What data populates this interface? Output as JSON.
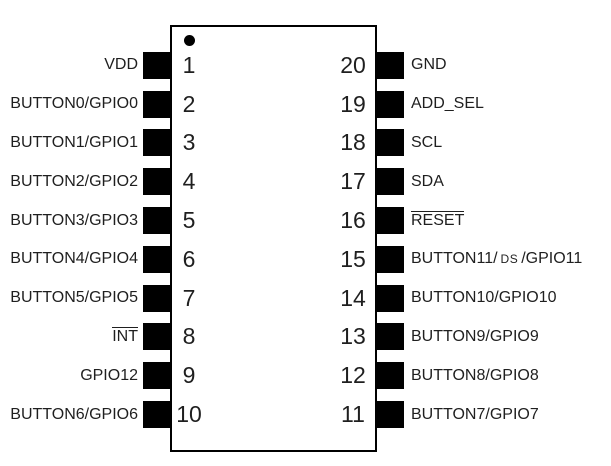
{
  "colors": {
    "background": "#ffffff",
    "chip_fill": "#ffffff",
    "chip_border": "#000000",
    "pin_pad_fill": "#000000",
    "text": "#1f1f1f"
  },
  "chip": {
    "pin1_marker": "dot-icon",
    "pin_count": 20
  },
  "pins": {
    "left": [
      {
        "number": "1",
        "label": "VDD",
        "overline": false
      },
      {
        "number": "2",
        "label": "BUTTON0/GPIO0",
        "overline": false
      },
      {
        "number": "3",
        "label": "BUTTON1/GPIO1",
        "overline": false
      },
      {
        "number": "4",
        "label": "BUTTON2/GPIO2",
        "overline": false
      },
      {
        "number": "5",
        "label": "BUTTON3/GPIO3",
        "overline": false
      },
      {
        "number": "6",
        "label": "BUTTON4/GPIO4",
        "overline": false
      },
      {
        "number": "7",
        "label": "BUTTON5/GPIO5",
        "overline": false
      },
      {
        "number": "8",
        "label": "INT",
        "overline": true
      },
      {
        "number": "9",
        "label": "GPIO12",
        "overline": false
      },
      {
        "number": "10",
        "label": "BUTTON6/GPIO6",
        "overline": false
      }
    ],
    "right": [
      {
        "number": "20",
        "label": "GND",
        "overline": false
      },
      {
        "number": "19",
        "label": "ADD_SEL",
        "overline": false
      },
      {
        "number": "18",
        "label": "SCL",
        "overline": false
      },
      {
        "number": "17",
        "label": "SDA",
        "overline": false
      },
      {
        "number": "16",
        "label": "RESET",
        "overline": true
      },
      {
        "number": "15",
        "label_pre": "BUTTON11/",
        "label_small": "DS",
        "label_post": "/GPIO11",
        "overline": false
      },
      {
        "number": "14",
        "label": "BUTTON10/GPIO10",
        "overline": false
      },
      {
        "number": "13",
        "label": "BUTTON9/GPIO9",
        "overline": false
      },
      {
        "number": "12",
        "label": "BUTTON8/GPIO8",
        "overline": false
      },
      {
        "number": "11",
        "label": "BUTTON7/GPIO7",
        "overline": false
      }
    ]
  }
}
